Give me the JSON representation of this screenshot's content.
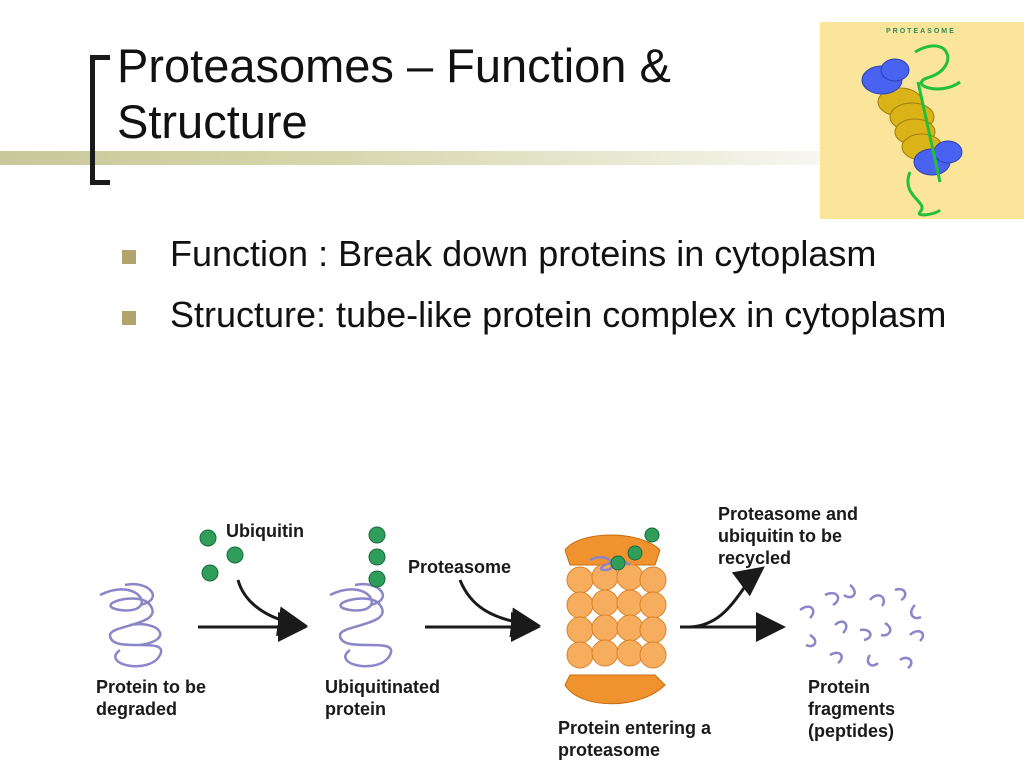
{
  "slide": {
    "title": "Proteasomes – Function & Structure"
  },
  "bullets": [
    "Function : Break down proteins in cytoplasm",
    "Structure: tube-like protein complex in cytoplasm"
  ],
  "image": {
    "label": "PROTEASOME"
  },
  "diagram": {
    "labels": {
      "ubiquitin": "Ubiquitin",
      "proteasome": "Proteasome",
      "recycled": "Proteasome and ubiquitin to be recycled",
      "protein_degraded": "Protein to be degraded",
      "ubiquitinated": "Ubiquitinated protein",
      "entering": "Protein entering a proteasome",
      "fragments": "Protein fragments (peptides)"
    }
  },
  "colors": {
    "ubiquitin": "#2e9e5a",
    "proteasome": "#f5a14a",
    "protein_coil": "#8a86c8",
    "bullet": "#b0a36b",
    "image_bg": "#fbe59a"
  }
}
